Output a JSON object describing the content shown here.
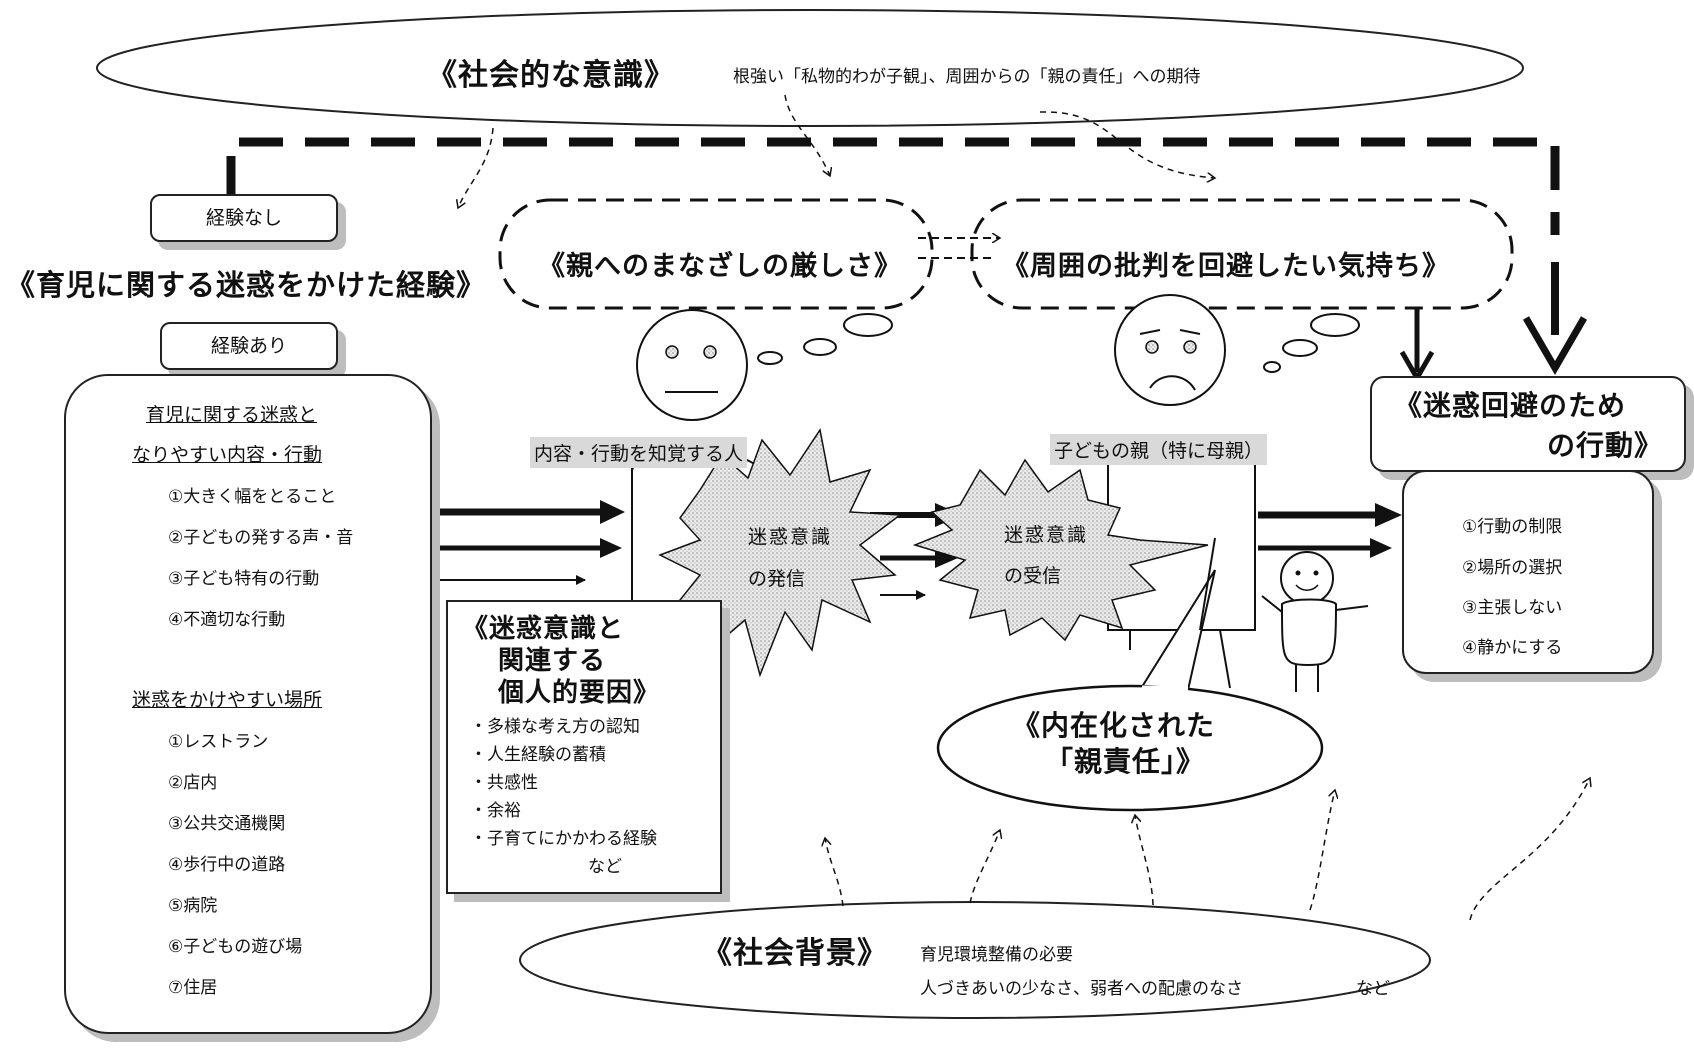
{
  "social_consciousness": {
    "title": "《社会的な意識》",
    "text": "根強い「私物的わが子観」、周囲からの「親の責任」への期待"
  },
  "experience": {
    "title": "《育児に関する迷惑をかけた経験》",
    "none_label": "経験なし",
    "has_label": "経験あり"
  },
  "thought_left": "《親へのまなざしの厳しさ》",
  "thought_right": "《周囲の批判を回避したい気持ち》",
  "avoidance": {
    "title_line1": "《迷惑回避のため",
    "title_line2": "の行動》",
    "items": [
      "①行動の制限",
      "②場所の選択",
      "③主張しない",
      "④静かにする"
    ]
  },
  "left_panel": {
    "heading1_line1": "育児に関する迷惑と",
    "heading1_line2": "なりやすい内容・行動",
    "behaviors": [
      "①大きく幅をとること",
      "②子どもの発する声・音",
      "③子ども特有の行動",
      "④不適切な行動"
    ],
    "heading2": "迷惑をかけやすい場所",
    "places": [
      "①レストラン",
      "②店内",
      "③公共交通機関",
      "④歩行中の道路",
      "⑤病院",
      "⑥子どもの遊び場",
      "⑦住居"
    ]
  },
  "perceiver_label": "内容・行動を知覚する人",
  "parent_label": "子どもの親（特に母親）",
  "burst_send": {
    "line1": "迷惑意識",
    "line2": "の発信"
  },
  "burst_receive": {
    "line1": "迷惑意識",
    "line2": "の受信"
  },
  "personal_factors": {
    "title_line1": "《迷惑意識と",
    "title_line2": "関連する",
    "title_line3": "個人的要因》",
    "items": [
      "・多様な考え方の認知",
      "・人生経験の蓄積",
      "・共感性",
      "・余裕",
      "・子育てにかかわる経験"
    ],
    "suffix": "など"
  },
  "internalized": {
    "line1": "《内在化された",
    "line2": "「親責任」》"
  },
  "social_background": {
    "title": "《社会背景》",
    "line1": "育児環境整備の必要",
    "line2": "人づきあいの少なさ、弱者への配慮のなさ",
    "suffix": "など"
  }
}
